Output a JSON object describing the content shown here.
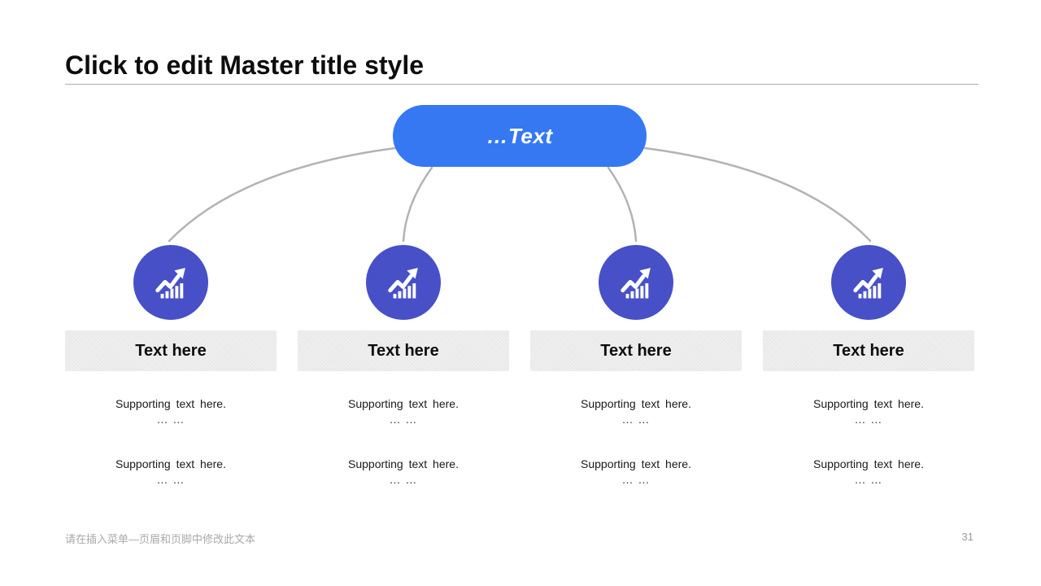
{
  "slide": {
    "title": "Click to edit Master title style",
    "footer_note": "请在插入菜单—页眉和页脚中修改此文本",
    "page_number": "31"
  },
  "diagram": {
    "root": {
      "label": "…Text"
    },
    "columns": [
      {
        "heading": "Text here",
        "supports": [
          {
            "text": "Supporting text here.",
            "more": "… …"
          },
          {
            "text": "Supporting text here.",
            "more": "… …"
          }
        ]
      },
      {
        "heading": "Text here",
        "supports": [
          {
            "text": "Supporting text here.",
            "more": "… …"
          },
          {
            "text": "Supporting text here.",
            "more": "… …"
          }
        ]
      },
      {
        "heading": "Text here",
        "supports": [
          {
            "text": "Supporting text here.",
            "more": "… …"
          },
          {
            "text": "Supporting text here.",
            "more": "… …"
          }
        ]
      },
      {
        "heading": "Text here",
        "supports": [
          {
            "text": "Supporting text here.",
            "more": "… …"
          },
          {
            "text": "Supporting text here.",
            "more": "… …"
          }
        ]
      }
    ]
  },
  "icons": {
    "node": "trending-up-chart-icon"
  },
  "colors": {
    "root_pill": "#3678f2",
    "node_circle": "#4750c7",
    "connector": "#b3b3b3",
    "heading_bg": "#f0f0f0",
    "rule": "#b0b0b0"
  }
}
